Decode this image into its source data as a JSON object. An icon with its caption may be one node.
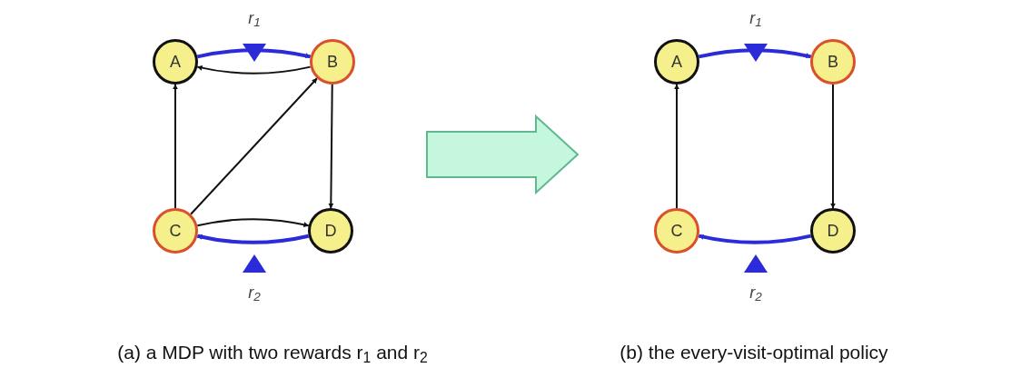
{
  "diagram": {
    "nodes": [
      {
        "text": [
          "A"
        ]
      },
      {
        "text": [
          "B"
        ]
      },
      {
        "text": [
          "C"
        ]
      },
      {
        "text": [
          "D"
        ]
      },
      {
        "text": [
          "A"
        ]
      },
      {
        "text": [
          "B"
        ]
      },
      {
        "text": [
          "C"
        ]
      },
      {
        "text": [
          "D"
        ]
      }
    ],
    "edges": [
      {
        "from": 0,
        "to": 1,
        "arrow": "to",
        "style": "thick",
        "color": "#2b2bd9"
      },
      {
        "from": 1,
        "to": 0,
        "arrow": "to"
      },
      {
        "from": 2,
        "to": 0,
        "arrow": "to"
      },
      {
        "from": 2,
        "to": 1,
        "arrow": "to"
      },
      {
        "from": 1,
        "to": 3,
        "arrow": "to"
      },
      {
        "from": 2,
        "to": 3,
        "arrow": "to"
      },
      {
        "from": 3,
        "to": 2,
        "arrow": "to",
        "style": "thick",
        "color": "#2b2bd9"
      },
      {
        "from": 4,
        "to": 5,
        "arrow": "to",
        "style": "thick",
        "color": "#2b2bd9"
      },
      {
        "from": 5,
        "to": 7,
        "arrow": "to"
      },
      {
        "from": 6,
        "to": 4,
        "arrow": "to"
      },
      {
        "from": 7,
        "to": 6,
        "arrow": "to",
        "style": "thick",
        "color": "#2b2bd9"
      }
    ],
    "labels": [
      "r$_{1}$",
      "r$_{2}$",
      "r$_{1}$",
      "r$_{2}$",
      "(a) a MDP with two rewards r$_{1}$ and r$_{2}$",
      "(b) the every-visit-optimal policy"
    ]
  }
}
